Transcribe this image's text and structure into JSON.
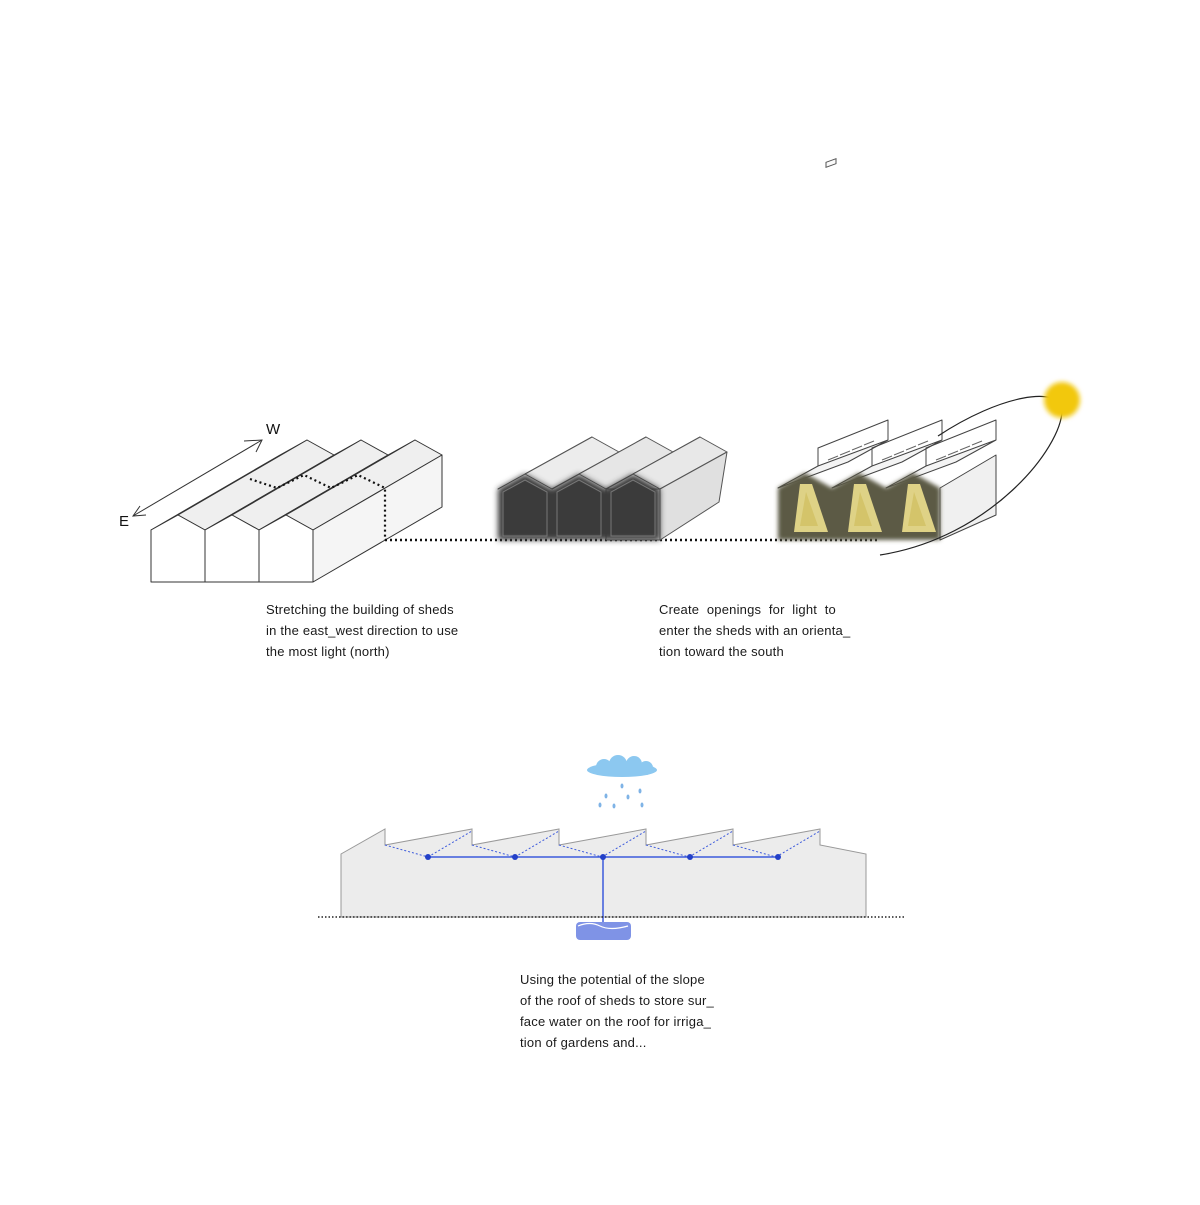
{
  "compass": {
    "west": "W",
    "east": "E"
  },
  "captions": {
    "stretch": [
      "Stretching the building of sheds",
      "in the east_west direction to use",
      "the most light (north)"
    ],
    "openings": [
      "Create  openings  for  light  to",
      "enter the sheds with an orienta_",
      "tion toward the south"
    ],
    "water": [
      "Using the potential of the slope",
      "of the roof of sheds to store sur_",
      "face water on the roof for irriga_",
      "tion of gardens and..."
    ]
  },
  "colors": {
    "sun": "#f2c811",
    "opening_glow": "#e6d98a",
    "dark_face": "#3a3a3a",
    "water": "#3d5bdc",
    "cloud": "#8cc8f0",
    "tank": "#7f93e6"
  }
}
